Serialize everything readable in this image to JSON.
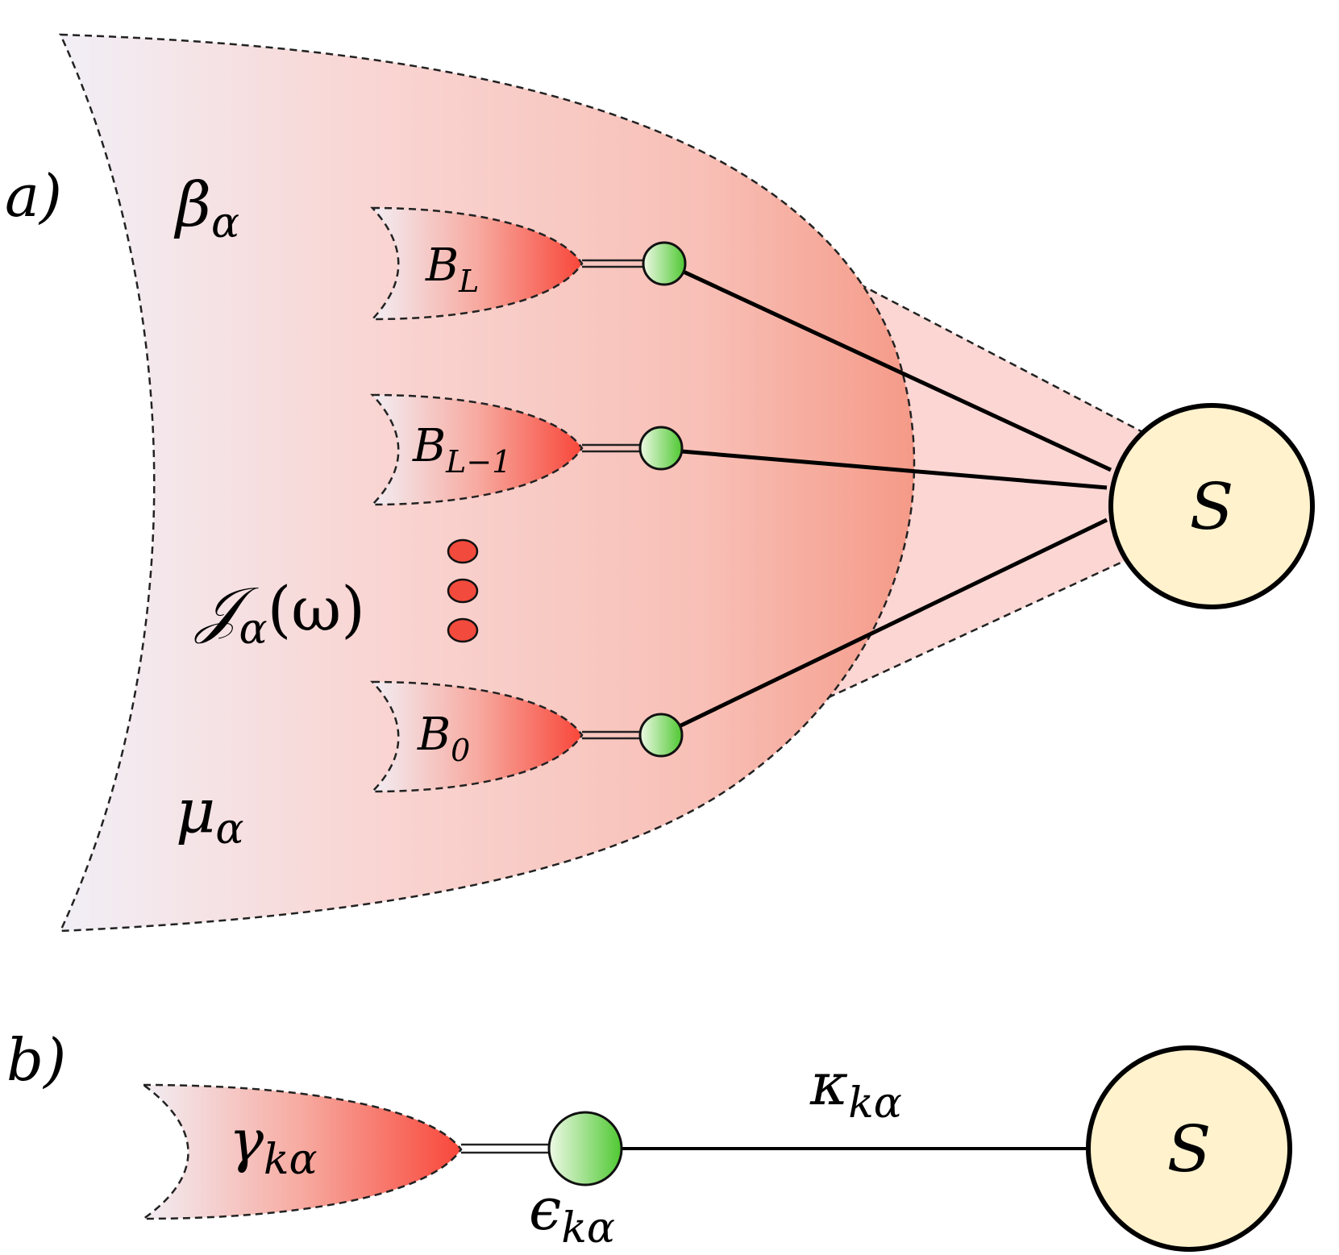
{
  "colors": {
    "bath_red": "#f8594a",
    "bath_fade": "#f2f0f6",
    "mode_green": "#4fc832",
    "mode_green_light": "#eef9e6",
    "system_fill": "#fff2cd",
    "outline": "#000000"
  },
  "panel_a": {
    "label": "a)",
    "beta": {
      "base": "β",
      "sub": "α"
    },
    "mu": {
      "base": "μ",
      "sub": "α"
    },
    "spectral": {
      "base": "𝒥",
      "sub": "α",
      "arg": "(ω)"
    },
    "baths": [
      {
        "base": "B",
        "sub": "L"
      },
      {
        "base": "B",
        "sub": "L−1"
      },
      {
        "base": "B",
        "sub": "0"
      }
    ],
    "system": "S",
    "ellipsis_dots": 3
  },
  "panel_b": {
    "label": "b)",
    "gamma": {
      "base": "γ",
      "sub": "kα"
    },
    "epsilon": {
      "base": "ϵ",
      "sub": "kα"
    },
    "kappa": {
      "base": "κ",
      "sub": "kα"
    },
    "system": "S"
  }
}
